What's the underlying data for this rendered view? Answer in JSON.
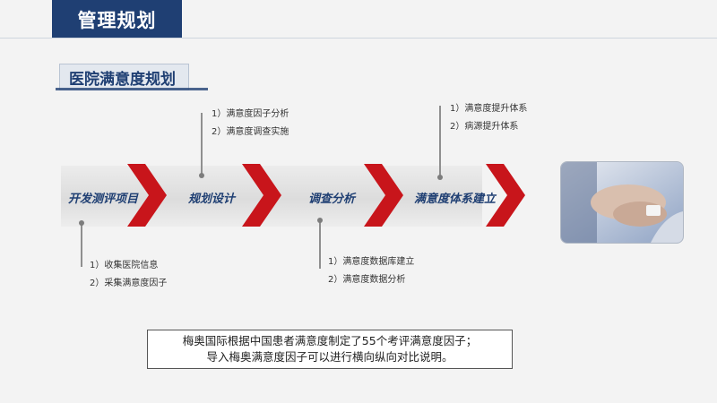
{
  "header": {
    "title": "管理规划"
  },
  "section": {
    "subtitle": "医院满意度规划"
  },
  "stages": [
    {
      "label": "开发测评项目"
    },
    {
      "label": "规划设计"
    },
    {
      "label": "调查分析"
    },
    {
      "label": "满意度体系建立"
    }
  ],
  "notes": {
    "stage1": [
      "1）收集医院信息",
      "2）采集满意度因子"
    ],
    "stage2": [
      "1）满意度因子分析",
      "2）满意度调查实施"
    ],
    "stage3": [
      "1）满意度数据库建立",
      "2）满意度数据分析"
    ],
    "stage4": [
      "1）满意度提升体系",
      "2）病源提升体系"
    ]
  },
  "summary": {
    "line1": "梅奥国际根据中国患者满意度制定了55个考评满意度因子；",
    "line2": "导入梅奥满意度因子可以进行横向纵向对比说明。"
  },
  "colors": {
    "navy": "#1f3f73",
    "chevron": "#c8151b"
  },
  "photo": {
    "icon": "patient-hands-photo"
  }
}
